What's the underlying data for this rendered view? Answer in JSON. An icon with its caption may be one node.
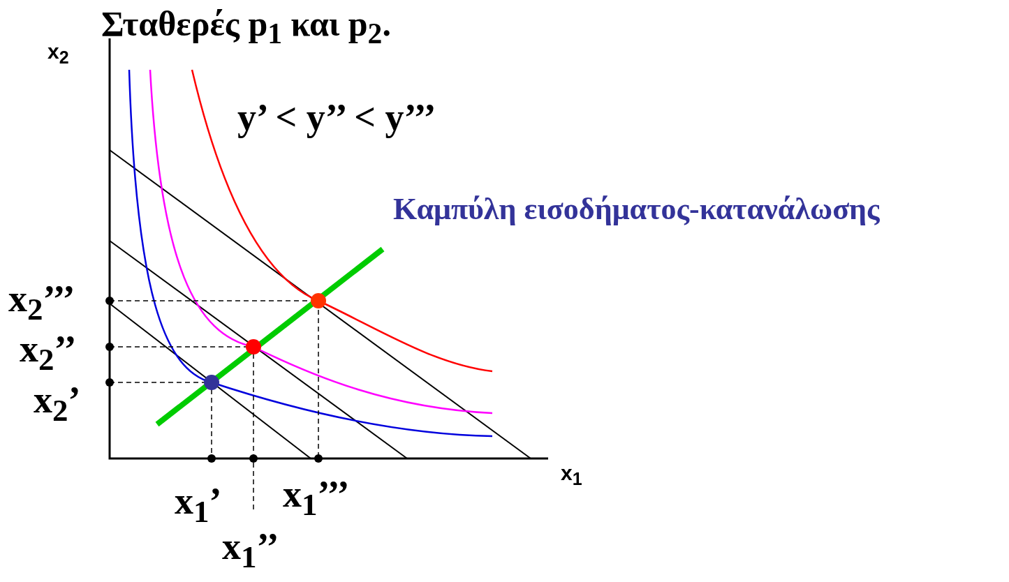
{
  "diagram": {
    "title": "Σταθερές p$_{1}$ και p$_{2}$.",
    "labels": [
      "x$_{2}$",
      "y’ < y’’ < y’’’",
      "Καμπύλη εισοδήματος-κατανάλωσης",
      "x$_{2}$’’’",
      "x$_{2}$’’",
      "x$_{2}$’",
      "x$_{1}$",
      "x$_{1}$’",
      "x$_{1}$’’’",
      "x$_{1}$’’"
    ]
  }
}
